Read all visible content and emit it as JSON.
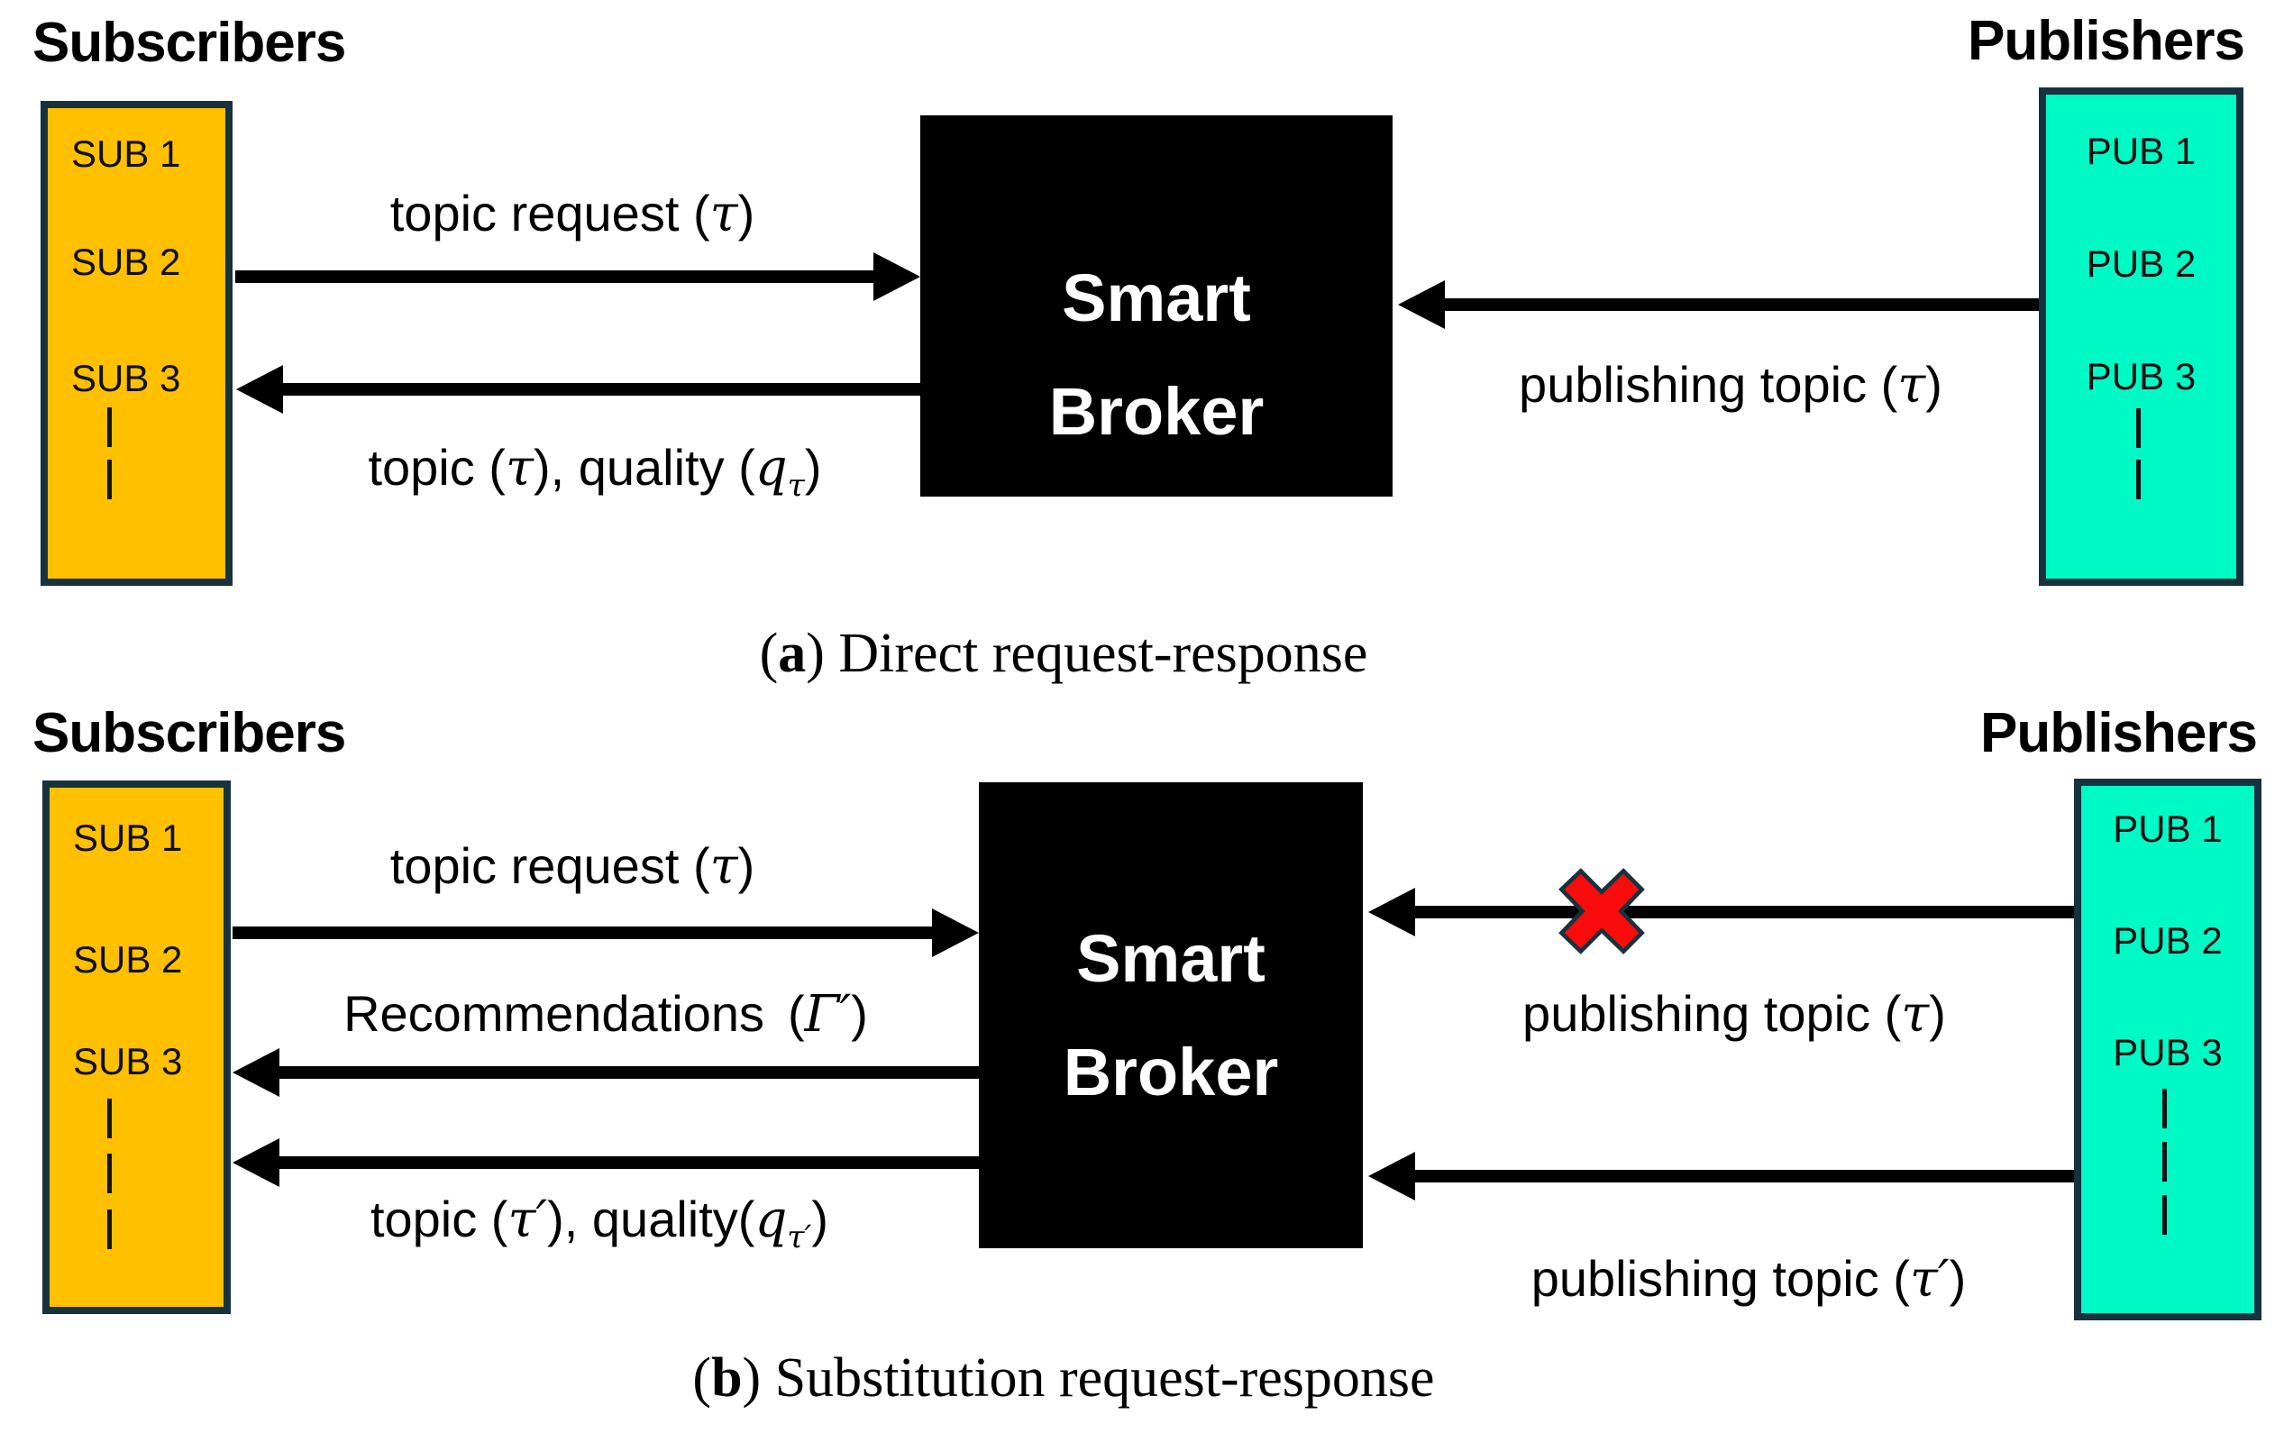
{
  "colors": {
    "subscriber_box": "#FFC000",
    "publisher_box": "#00FAC6",
    "box_border": "#16323F",
    "broker_box": "#000000",
    "broker_text": "#FFFFFF",
    "arrow": "#000000",
    "cross": "#F90B0B",
    "cross_outline": "#16323F"
  },
  "panel_a": {
    "subscribers_heading": "Subscribers",
    "publishers_heading": "Publishers",
    "subscriber_items": [
      "SUB 1",
      "SUB 2",
      "SUB 3"
    ],
    "publisher_items": [
      "PUB 1",
      "PUB 2",
      "PUB 3"
    ],
    "broker_lines": [
      "Smart",
      "Broker"
    ],
    "labels": {
      "topic_request": {
        "pre": "topic request (",
        "sym": "τ",
        "post": ")"
      },
      "topic_quality": {
        "pre": "topic (",
        "sym1": "τ",
        "mid": "), quality (",
        "sym2": "q",
        "sub": "τ",
        "post": ")"
      },
      "publishing": {
        "pre": "publishing topic (",
        "sym": "τ",
        "post": ")"
      }
    },
    "caption": {
      "open": "(",
      "letter": "a",
      "close": ")",
      "text": "Direct request-response"
    }
  },
  "panel_b": {
    "subscribers_heading": "Subscribers",
    "publishers_heading": "Publishers",
    "subscriber_items": [
      "SUB 1",
      "SUB 2",
      "SUB 3"
    ],
    "publisher_items": [
      "PUB 1",
      "PUB 2",
      "PUB 3"
    ],
    "broker_lines": [
      "Smart",
      "Broker"
    ],
    "labels": {
      "topic_request": {
        "pre": "topic request (",
        "sym": "τ",
        "post": ")"
      },
      "recommendations": {
        "name": "Recommendations",
        "open": "(",
        "sym": "Γ′",
        "close": ")"
      },
      "topic_quality": {
        "pre": "topic (",
        "sym1": "τ′",
        "mid": "), quality(",
        "sym2": "q",
        "sub": "τ′",
        "post": ")"
      },
      "publishing_tau": {
        "pre": "publishing topic (",
        "sym": "τ",
        "post": ")"
      },
      "publishing_tau_prime": {
        "pre": "publishing topic (",
        "sym": "τ′",
        "post": ")"
      }
    },
    "caption": {
      "open": "(",
      "letter": "b",
      "close": ")",
      "text": "Substitution request-response"
    }
  }
}
